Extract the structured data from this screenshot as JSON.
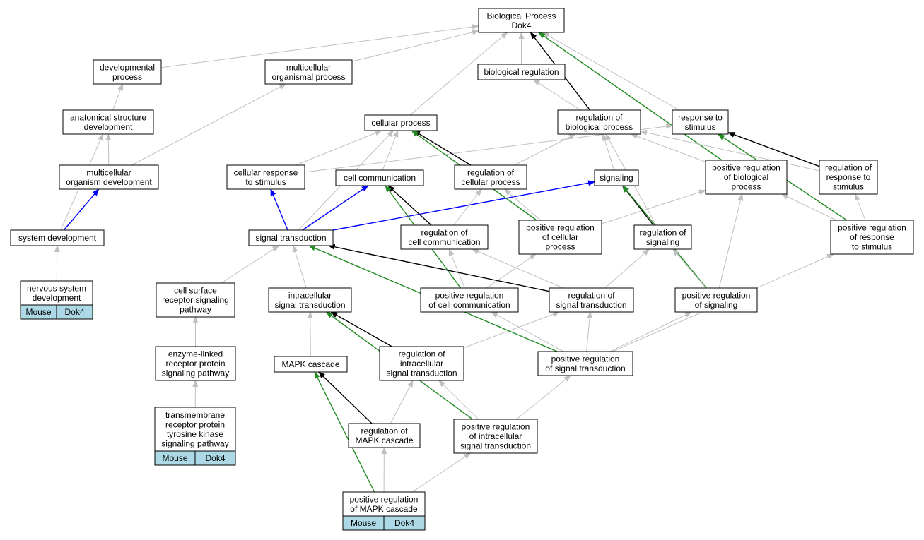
{
  "colors": {
    "is_a": "#c0c0c0",
    "regulates": "#000000",
    "part_of": "#0000ff",
    "positively_regulates": "#228b22",
    "tag_fill": "#add8e6"
  },
  "nodes": {
    "bp": {
      "lines": [
        "Biological Process",
        "Dok4"
      ]
    },
    "dev": {
      "lines": [
        "developmental",
        "process"
      ]
    },
    "mop": {
      "lines": [
        "multicellular",
        "organismal process"
      ]
    },
    "breg": {
      "lines": [
        "biological regulation"
      ]
    },
    "asd": {
      "lines": [
        "anatomical structure",
        "development"
      ]
    },
    "cp": {
      "lines": [
        "cellular process"
      ]
    },
    "rbp": {
      "lines": [
        "regulation of",
        "biological process"
      ]
    },
    "rts": {
      "lines": [
        "response to",
        "stimulus"
      ]
    },
    "mod": {
      "lines": [
        "multicellular",
        "organism development"
      ]
    },
    "crs": {
      "lines": [
        "cellular response",
        "to stimulus"
      ]
    },
    "cc": {
      "lines": [
        "cell communication"
      ]
    },
    "rcp": {
      "lines": [
        "regulation of",
        "cellular process"
      ]
    },
    "sig": {
      "lines": [
        "signaling"
      ]
    },
    "prbp": {
      "lines": [
        "positive regulation",
        "of biological",
        "process"
      ]
    },
    "rrs": {
      "lines": [
        "regulation of",
        "response to",
        "stimulus"
      ]
    },
    "sysdev": {
      "lines": [
        "system development"
      ]
    },
    "st": {
      "lines": [
        "signal transduction"
      ]
    },
    "rcc": {
      "lines": [
        "regulation of",
        "cell communication"
      ]
    },
    "prcp": {
      "lines": [
        "positive regulation",
        "of cellular",
        "process"
      ]
    },
    "rsig": {
      "lines": [
        "regulation of",
        "signaling"
      ]
    },
    "prrs": {
      "lines": [
        "positive regulation",
        "of response",
        "to stimulus"
      ]
    },
    "nsd": {
      "lines": [
        "nervous system",
        "development"
      ],
      "tags": [
        "Mouse",
        "Dok4"
      ]
    },
    "csrsp": {
      "lines": [
        "cell surface",
        "receptor signaling",
        "pathway"
      ]
    },
    "ist": {
      "lines": [
        "intracellular",
        "signal transduction"
      ]
    },
    "prcc": {
      "lines": [
        "positive regulation",
        "of cell communication"
      ]
    },
    "rst": {
      "lines": [
        "regulation of",
        "signal transduction"
      ]
    },
    "prsig": {
      "lines": [
        "positive regulation",
        "of signaling"
      ]
    },
    "elrp": {
      "lines": [
        "enzyme-linked",
        "receptor protein",
        "signaling pathway"
      ]
    },
    "mapk": {
      "lines": [
        "MAPK cascade"
      ]
    },
    "rist": {
      "lines": [
        "regulation of",
        "intracellular",
        "signal transduction"
      ]
    },
    "prst": {
      "lines": [
        "positive regulation",
        "of signal transduction"
      ]
    },
    "tmrptk": {
      "lines": [
        "transmembrane",
        "receptor protein",
        "tyrosine kinase",
        "signaling pathway"
      ],
      "tags": [
        "Mouse",
        "Dok4"
      ]
    },
    "rmapk": {
      "lines": [
        "regulation of",
        "MAPK cascade"
      ]
    },
    "prist": {
      "lines": [
        "positive regulation",
        "of intracellular",
        "signal transduction"
      ]
    },
    "prmapk": {
      "lines": [
        "positive regulation",
        "of MAPK cascade"
      ],
      "tags": [
        "Mouse",
        "Dok4"
      ]
    }
  },
  "edges": [
    {
      "from": "dev",
      "to": "bp",
      "type": "is_a"
    },
    {
      "from": "mop",
      "to": "bp",
      "type": "is_a"
    },
    {
      "from": "breg",
      "to": "bp",
      "type": "is_a"
    },
    {
      "from": "cp",
      "to": "bp",
      "type": "is_a"
    },
    {
      "from": "rbp",
      "to": "bp",
      "type": "regulates"
    },
    {
      "from": "rts",
      "to": "bp",
      "type": "is_a"
    },
    {
      "from": "prbp",
      "to": "bp",
      "type": "positively_regulates"
    },
    {
      "from": "asd",
      "to": "dev",
      "type": "is_a"
    },
    {
      "from": "mod",
      "to": "asd",
      "type": "is_a"
    },
    {
      "from": "mod",
      "to": "mop",
      "type": "is_a"
    },
    {
      "from": "sysdev",
      "to": "asd",
      "type": "is_a"
    },
    {
      "from": "sysdev",
      "to": "mod",
      "type": "part_of"
    },
    {
      "from": "nsd",
      "to": "sysdev",
      "type": "is_a"
    },
    {
      "from": "rbp",
      "to": "breg",
      "type": "is_a"
    },
    {
      "from": "crs",
      "to": "cp",
      "type": "is_a"
    },
    {
      "from": "crs",
      "to": "rts",
      "type": "is_a"
    },
    {
      "from": "cc",
      "to": "cp",
      "type": "is_a"
    },
    {
      "from": "rcp",
      "to": "cp",
      "type": "regulates"
    },
    {
      "from": "rcp",
      "to": "rbp",
      "type": "is_a"
    },
    {
      "from": "prcp",
      "to": "cp",
      "type": "positively_regulates"
    },
    {
      "from": "sig",
      "to": "rbp",
      "type": "is_a"
    },
    {
      "from": "prbp",
      "to": "rbp",
      "type": "is_a"
    },
    {
      "from": "rrs",
      "to": "rbp",
      "type": "is_a"
    },
    {
      "from": "rrs",
      "to": "rts",
      "type": "regulates"
    },
    {
      "from": "prrs",
      "to": "rts",
      "type": "positively_regulates"
    },
    {
      "from": "prrs",
      "to": "prbp",
      "type": "is_a"
    },
    {
      "from": "prrs",
      "to": "rrs",
      "type": "is_a"
    },
    {
      "from": "st",
      "to": "cp",
      "type": "is_a"
    },
    {
      "from": "st",
      "to": "crs",
      "type": "part_of"
    },
    {
      "from": "st",
      "to": "cc",
      "type": "part_of"
    },
    {
      "from": "st",
      "to": "sig",
      "type": "part_of"
    },
    {
      "from": "rcc",
      "to": "cc",
      "type": "regulates"
    },
    {
      "from": "rcc",
      "to": "rcp",
      "type": "is_a"
    },
    {
      "from": "prcp",
      "to": "rcp",
      "type": "is_a"
    },
    {
      "from": "prcp",
      "to": "prbp",
      "type": "is_a"
    },
    {
      "from": "rsig",
      "to": "sig",
      "type": "regulates"
    },
    {
      "from": "rsig",
      "to": "rbp",
      "type": "is_a"
    },
    {
      "from": "csrsp",
      "to": "st",
      "type": "is_a"
    },
    {
      "from": "ist",
      "to": "st",
      "type": "is_a"
    },
    {
      "from": "prcc",
      "to": "cc",
      "type": "positively_regulates"
    },
    {
      "from": "prcc",
      "to": "rcc",
      "type": "is_a"
    },
    {
      "from": "prcc",
      "to": "prcp",
      "type": "is_a"
    },
    {
      "from": "rst",
      "to": "st",
      "type": "regulates"
    },
    {
      "from": "rst",
      "to": "rcc",
      "type": "is_a"
    },
    {
      "from": "rst",
      "to": "rsig",
      "type": "is_a"
    },
    {
      "from": "prsig",
      "to": "sig",
      "type": "positively_regulates"
    },
    {
      "from": "prsig",
      "to": "rsig",
      "type": "is_a"
    },
    {
      "from": "prsig",
      "to": "prbp",
      "type": "is_a"
    },
    {
      "from": "elrp",
      "to": "csrsp",
      "type": "is_a"
    },
    {
      "from": "tmrptk",
      "to": "elrp",
      "type": "is_a"
    },
    {
      "from": "mapk",
      "to": "ist",
      "type": "is_a"
    },
    {
      "from": "rist",
      "to": "ist",
      "type": "regulates"
    },
    {
      "from": "rist",
      "to": "rst",
      "type": "is_a"
    },
    {
      "from": "prst",
      "to": "st",
      "type": "positively_regulates"
    },
    {
      "from": "prst",
      "to": "rst",
      "type": "is_a"
    },
    {
      "from": "prst",
      "to": "prsig",
      "type": "is_a"
    },
    {
      "from": "prst",
      "to": "prcc",
      "type": "is_a"
    },
    {
      "from": "prst",
      "to": "prrs",
      "type": "is_a"
    },
    {
      "from": "rmapk",
      "to": "mapk",
      "type": "regulates"
    },
    {
      "from": "rmapk",
      "to": "rist",
      "type": "is_a"
    },
    {
      "from": "prist",
      "to": "ist",
      "type": "positively_regulates"
    },
    {
      "from": "prist",
      "to": "rist",
      "type": "is_a"
    },
    {
      "from": "prist",
      "to": "prst",
      "type": "is_a"
    },
    {
      "from": "prmapk",
      "to": "mapk",
      "type": "positively_regulates"
    },
    {
      "from": "prmapk",
      "to": "rmapk",
      "type": "is_a"
    },
    {
      "from": "prmapk",
      "to": "prist",
      "type": "is_a"
    }
  ]
}
